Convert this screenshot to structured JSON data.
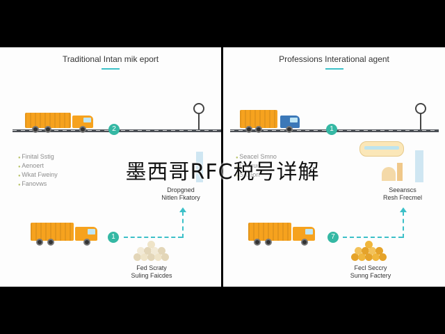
{
  "overlay_title": "墨西哥RFC税号详解",
  "left": {
    "title": "Traditional Intan mik eport",
    "step_top": "2",
    "step_bottom": "1",
    "legend": [
      "Finital Sstig",
      "Aenoert",
      "Wkat Fweiny",
      "Fanovws"
    ],
    "label_top": [
      "Dropgned",
      "Nitlen Fkatory"
    ],
    "label_bottom": [
      "Fed Scraty",
      "Suling Faicdes"
    ]
  },
  "right": {
    "title": "Professions Interational agent",
    "step_top": "1",
    "step_bottom": "7",
    "legend": [
      "Seacel Smno",
      "Fnesue",
      "Srueon"
    ],
    "label_top": [
      "Seeanscs",
      "Resh Frecmel"
    ],
    "label_bottom": [
      "Fecl Seccry",
      "Sunng Factery"
    ]
  },
  "colors": {
    "truck_orange": "#f6a21e",
    "teal": "#35b8a4",
    "blue_cab": "#3b78b8",
    "road": "#4b4f55"
  },
  "icons": [
    "truck-icon",
    "road-sign-icon",
    "nut-pile-icon",
    "bus-icon",
    "city-icon"
  ]
}
